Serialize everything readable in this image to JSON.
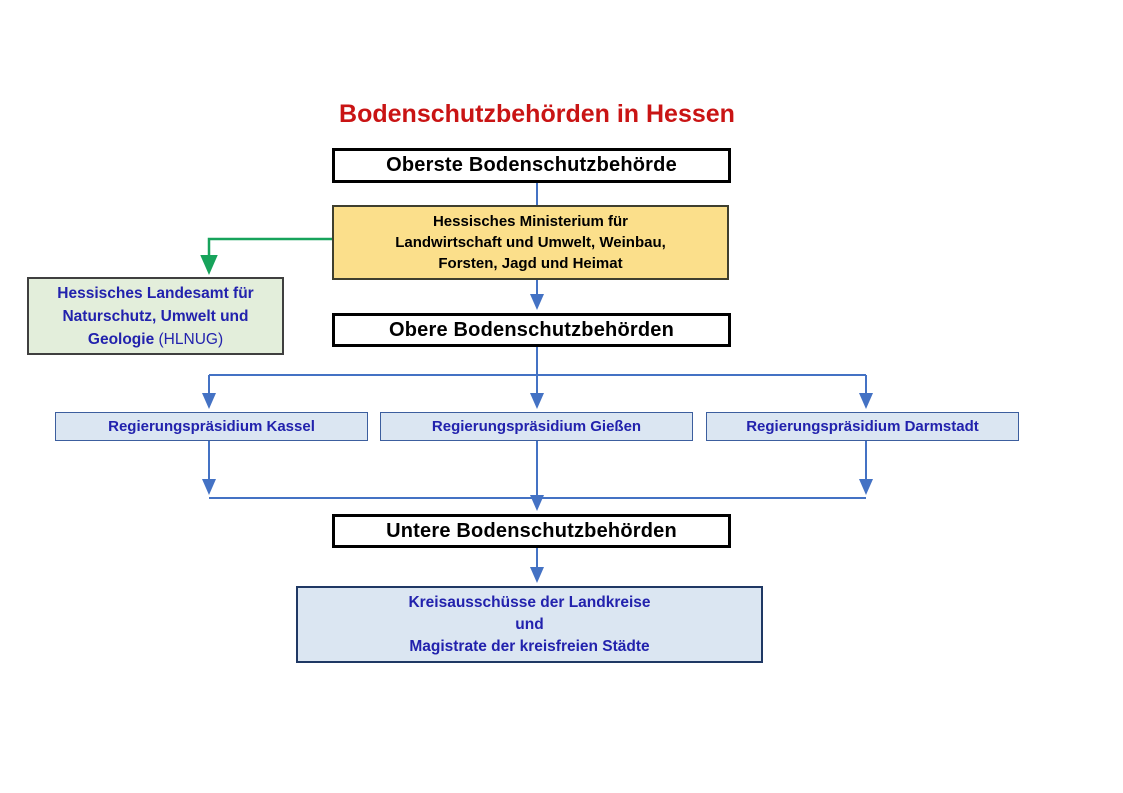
{
  "title": "Bodenschutzbehörden in Hessen",
  "colors": {
    "title_red": "#C91414",
    "arrow_blue": "#4472C4",
    "arrow_green": "#17A35B",
    "ministry_fill": "#FBDF8B",
    "hlnug_fill": "#E3EEDB",
    "blue_box_fill": "#DBE6F2",
    "navy_text": "#2222AD",
    "black_border": "#000000"
  },
  "nodes": {
    "oberste": {
      "label": "Oberste Bodenschutzbehörde"
    },
    "ministerium": {
      "lines": [
        "Hessisches Ministerium für",
        "Landwirtschaft und Umwelt, Weinbau,",
        "Forsten, Jagd und Heimat"
      ]
    },
    "hlnug": {
      "line1": "Hessisches Landesamt für",
      "line2": "Naturschutz, Umwelt und",
      "line3_bold": "Geologie",
      "line3_suffix": " (HLNUG)"
    },
    "obere": {
      "label": "Obere Bodenschutzbehörden"
    },
    "rp_kassel": {
      "label": "Regierungspräsidium Kassel"
    },
    "rp_giessen": {
      "label": "Regierungspräsidium Gießen"
    },
    "rp_darmstadt": {
      "label": "Regierungspräsidium Darmstadt"
    },
    "untere": {
      "label": "Untere Bodenschutzbehörden"
    },
    "kreise": {
      "lines": [
        "Kreisausschüsse der Landkreise",
        "und",
        "Magistrate der kreisfreien Städte"
      ]
    }
  }
}
